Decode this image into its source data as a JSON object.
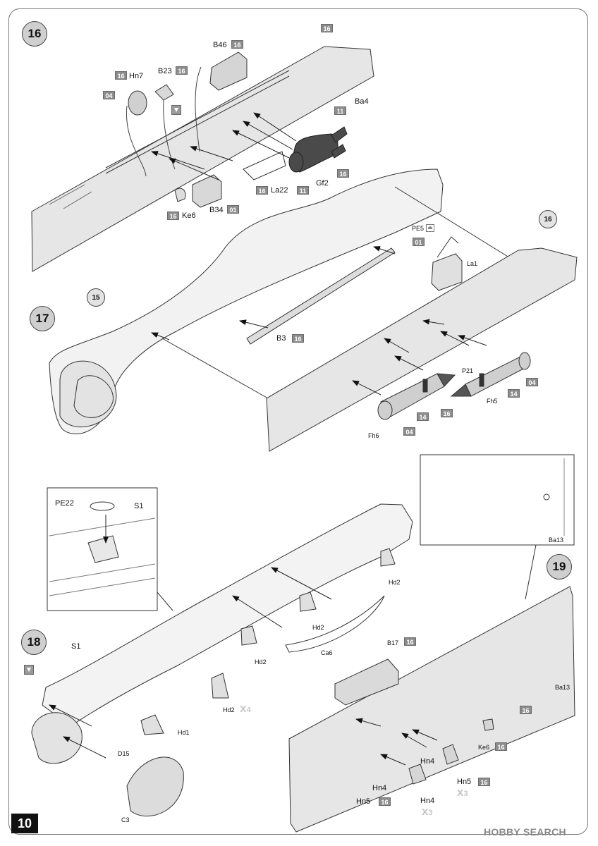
{
  "page_number": "10",
  "watermark": "HOBBY SEARCH",
  "steps": {
    "s16": "16",
    "s17": "17",
    "s18": "18",
    "s19": "19",
    "sub15": "15",
    "sub16": "16"
  },
  "labels": {
    "B46": "B46",
    "B23": "B23",
    "Hn7": "Hn7",
    "Ba4": "Ba4",
    "La22": "La22",
    "Gf2": "Gf2",
    "Ke6_a": "Ke6",
    "B34": "B34",
    "PE5": "PE5",
    "La1": "La1",
    "B3": "B3",
    "P21": "P21",
    "Fh5": "Fh5",
    "Fh6": "Fh6",
    "PE22": "PE22",
    "S1_inset": "S1",
    "S1": "S1",
    "Hd2_a": "Hd2",
    "Hd2_b": "Hd2",
    "Hd2_c": "Hd2",
    "Hd2_d": "Hd2",
    "Ca6": "Ca6",
    "Hd1": "Hd1",
    "D15": "D15",
    "C3": "C3",
    "B17": "B17",
    "Ba13_inset": "Ba13",
    "Ba13": "Ba13",
    "Ke6_b": "Ke6",
    "Hn4_a": "Hn4",
    "Hn4_b": "Hn4",
    "Hn4_c": "Hn4",
    "Hn5_a": "Hn5",
    "Hn5_b": "Hn5"
  },
  "tags": {
    "t_ba4": "16",
    "t_b46": "16",
    "t_hn7": "16",
    "t_b23": "16",
    "t_04a": "04",
    "t_11a": "11",
    "t_gf2": "16",
    "t_la22": "16",
    "t_11b": "11",
    "t_ke6a": "16",
    "t_b34": "01",
    "t_pe5": "01",
    "t_b3": "16",
    "t_04b": "04",
    "t_14a": "14",
    "t_14b": "14",
    "t_16fh": "16",
    "t_04c": "04",
    "t_b17": "16",
    "t_ba13": "16",
    "t_ke6b": "16",
    "t_hn5a": "16",
    "t_hn5b": "16"
  },
  "multipliers": {
    "hd2": "4",
    "hn4": "3",
    "hn5": "3"
  },
  "icons": [
    "glue-icon",
    "photo-etch-icon"
  ]
}
